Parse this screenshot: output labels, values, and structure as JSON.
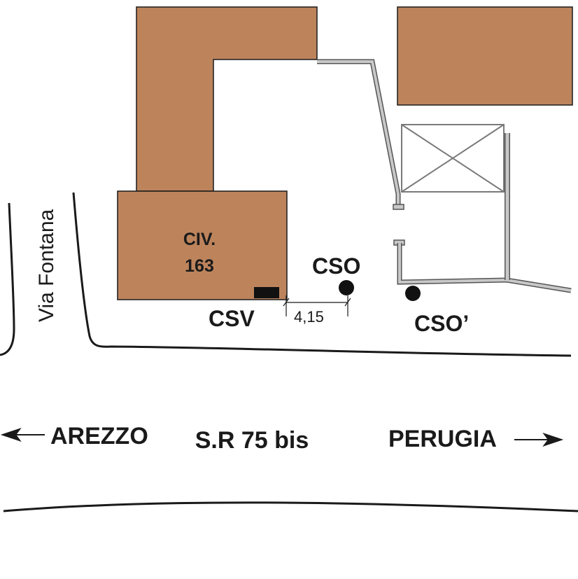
{
  "colors": {
    "building": "#bd845c",
    "outline": "#1a1a1a",
    "wall_fill": "#c8c8c8",
    "wall_stroke": "#555555",
    "background": "#ffffff"
  },
  "labels": {
    "street_side": "Via Fontana",
    "building_number_line1": "CIV.",
    "building_number_line2": "163",
    "csv": "CSV",
    "cso": "CSO",
    "cso_prime": "CSO’",
    "distance": "4,15",
    "direction_left": "AREZZO",
    "road_name": "S.R 75 bis",
    "direction_right": "PERUGIA"
  },
  "icons": {
    "left_arrow": "arrow-left-icon",
    "right_arrow": "arrow-right-icon",
    "cso_marker": "point-marker-icon",
    "csv_marker": "rect-marker-icon",
    "crossed_box": "crossed-box-icon"
  }
}
